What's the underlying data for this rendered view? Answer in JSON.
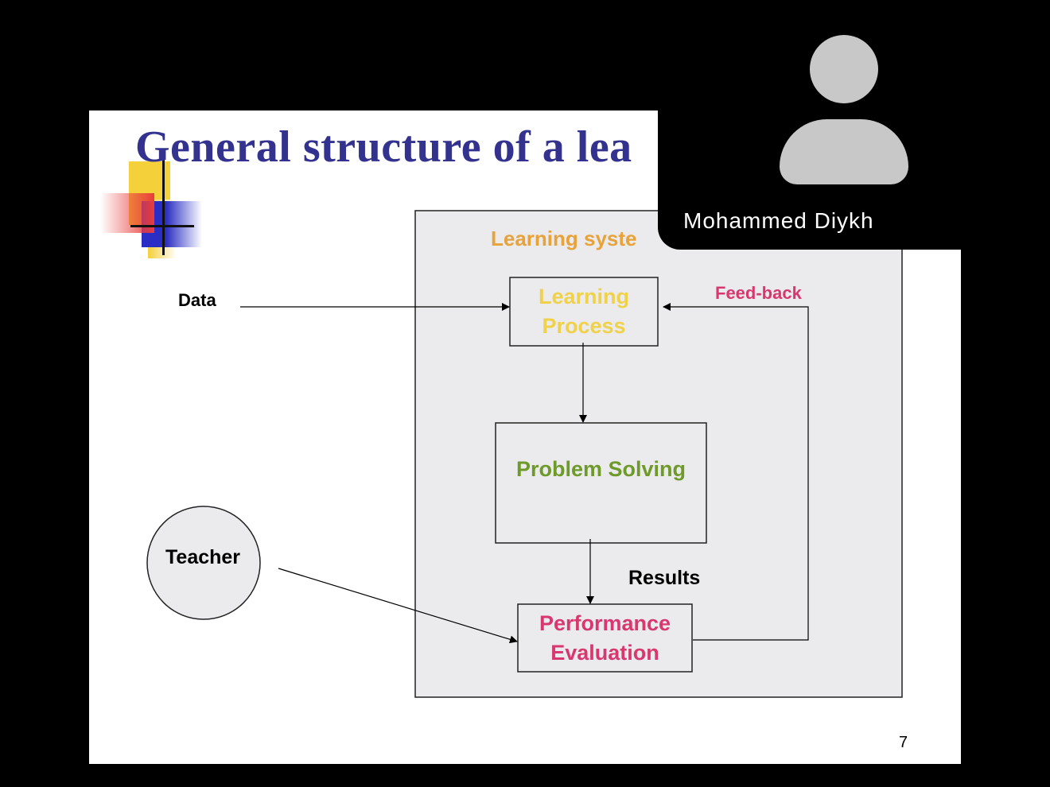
{
  "slide": {
    "title": "General structure of a lea",
    "page_number": "7",
    "diagram": {
      "system_label": "Learning syste",
      "data_label": "Data",
      "teacher_label": "Teacher",
      "learning_process": [
        "Learning",
        "Process"
      ],
      "problem_solving": "Problem Solving",
      "results_label": "Results",
      "performance_evaluation": [
        "Performance",
        "Evaluation"
      ],
      "feedback_label": "Feed-back"
    },
    "colors": {
      "title": "#33338f",
      "system_label": "#e8a23a",
      "learning_process": "#f0d24a",
      "problem_solving": "#6e9a2a",
      "performance_evaluation": "#d8386e",
      "feedback": "#d8386e",
      "system_box_fill": "#ebeaed"
    }
  },
  "participant": {
    "name": "Mohammed Diykh",
    "avatar_icon": "person-silhouette-icon"
  }
}
